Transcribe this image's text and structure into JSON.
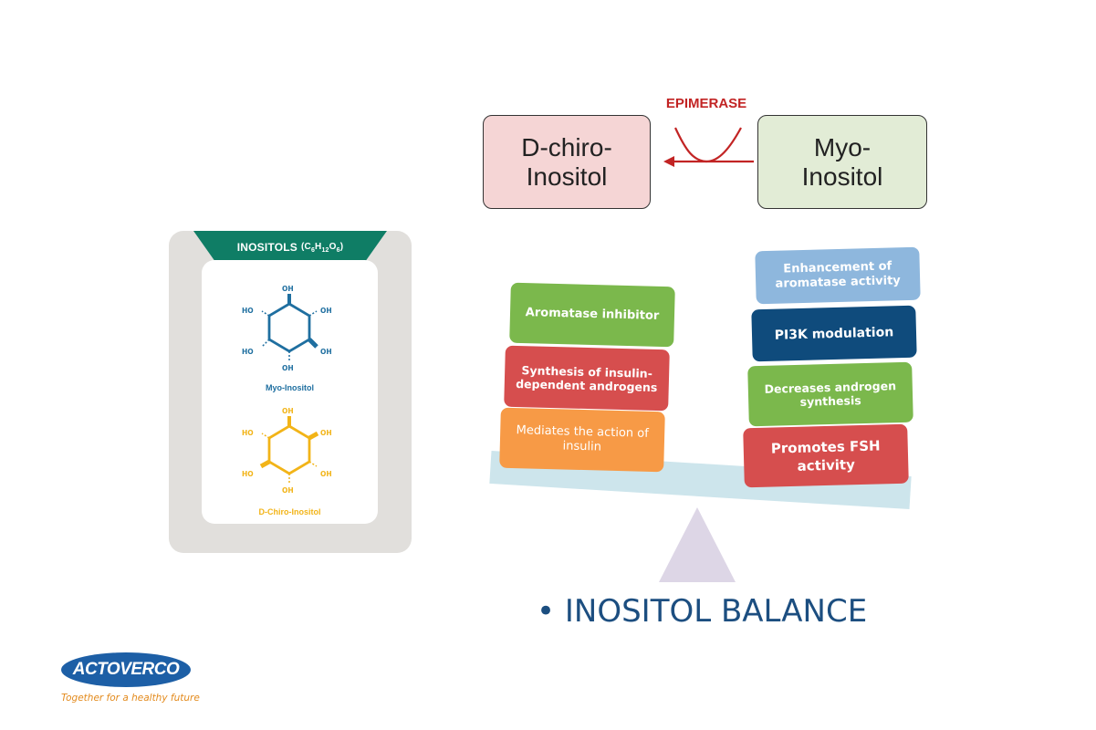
{
  "card": {
    "title": "INOSITOLS",
    "formula_c": "C",
    "formula_c_sub": "6",
    "formula_h": "H",
    "formula_h_sub": "12",
    "formula_o": "O",
    "formula_o_sub": "6",
    "myo_label": "Myo-Inositol",
    "dchiro_label": "D-Chiro-Inositol",
    "oh": "OH",
    "ho": "HO",
    "myo_color": "#1f6fa0",
    "dchiro_color": "#f2b418"
  },
  "conversion": {
    "dchiro": "D-chiro-\nInositol",
    "myo": "Myo-\nInositol",
    "enzyme": "EPIMERASE"
  },
  "balance": {
    "left": [
      "Aromatase inhibitor",
      "Synthesis of insulin-dependent androgens",
      "Mediates the action of insulin"
    ],
    "right": [
      "Enhancement of aromatase activity",
      "PI3K modulation",
      "Decreases androgen synthesis",
      "Promotes FSH activity"
    ],
    "title": "• INOSITOL BALANCE"
  },
  "logo": {
    "name": "ACTOVERCO",
    "tagline": "Together for a healthy future"
  }
}
